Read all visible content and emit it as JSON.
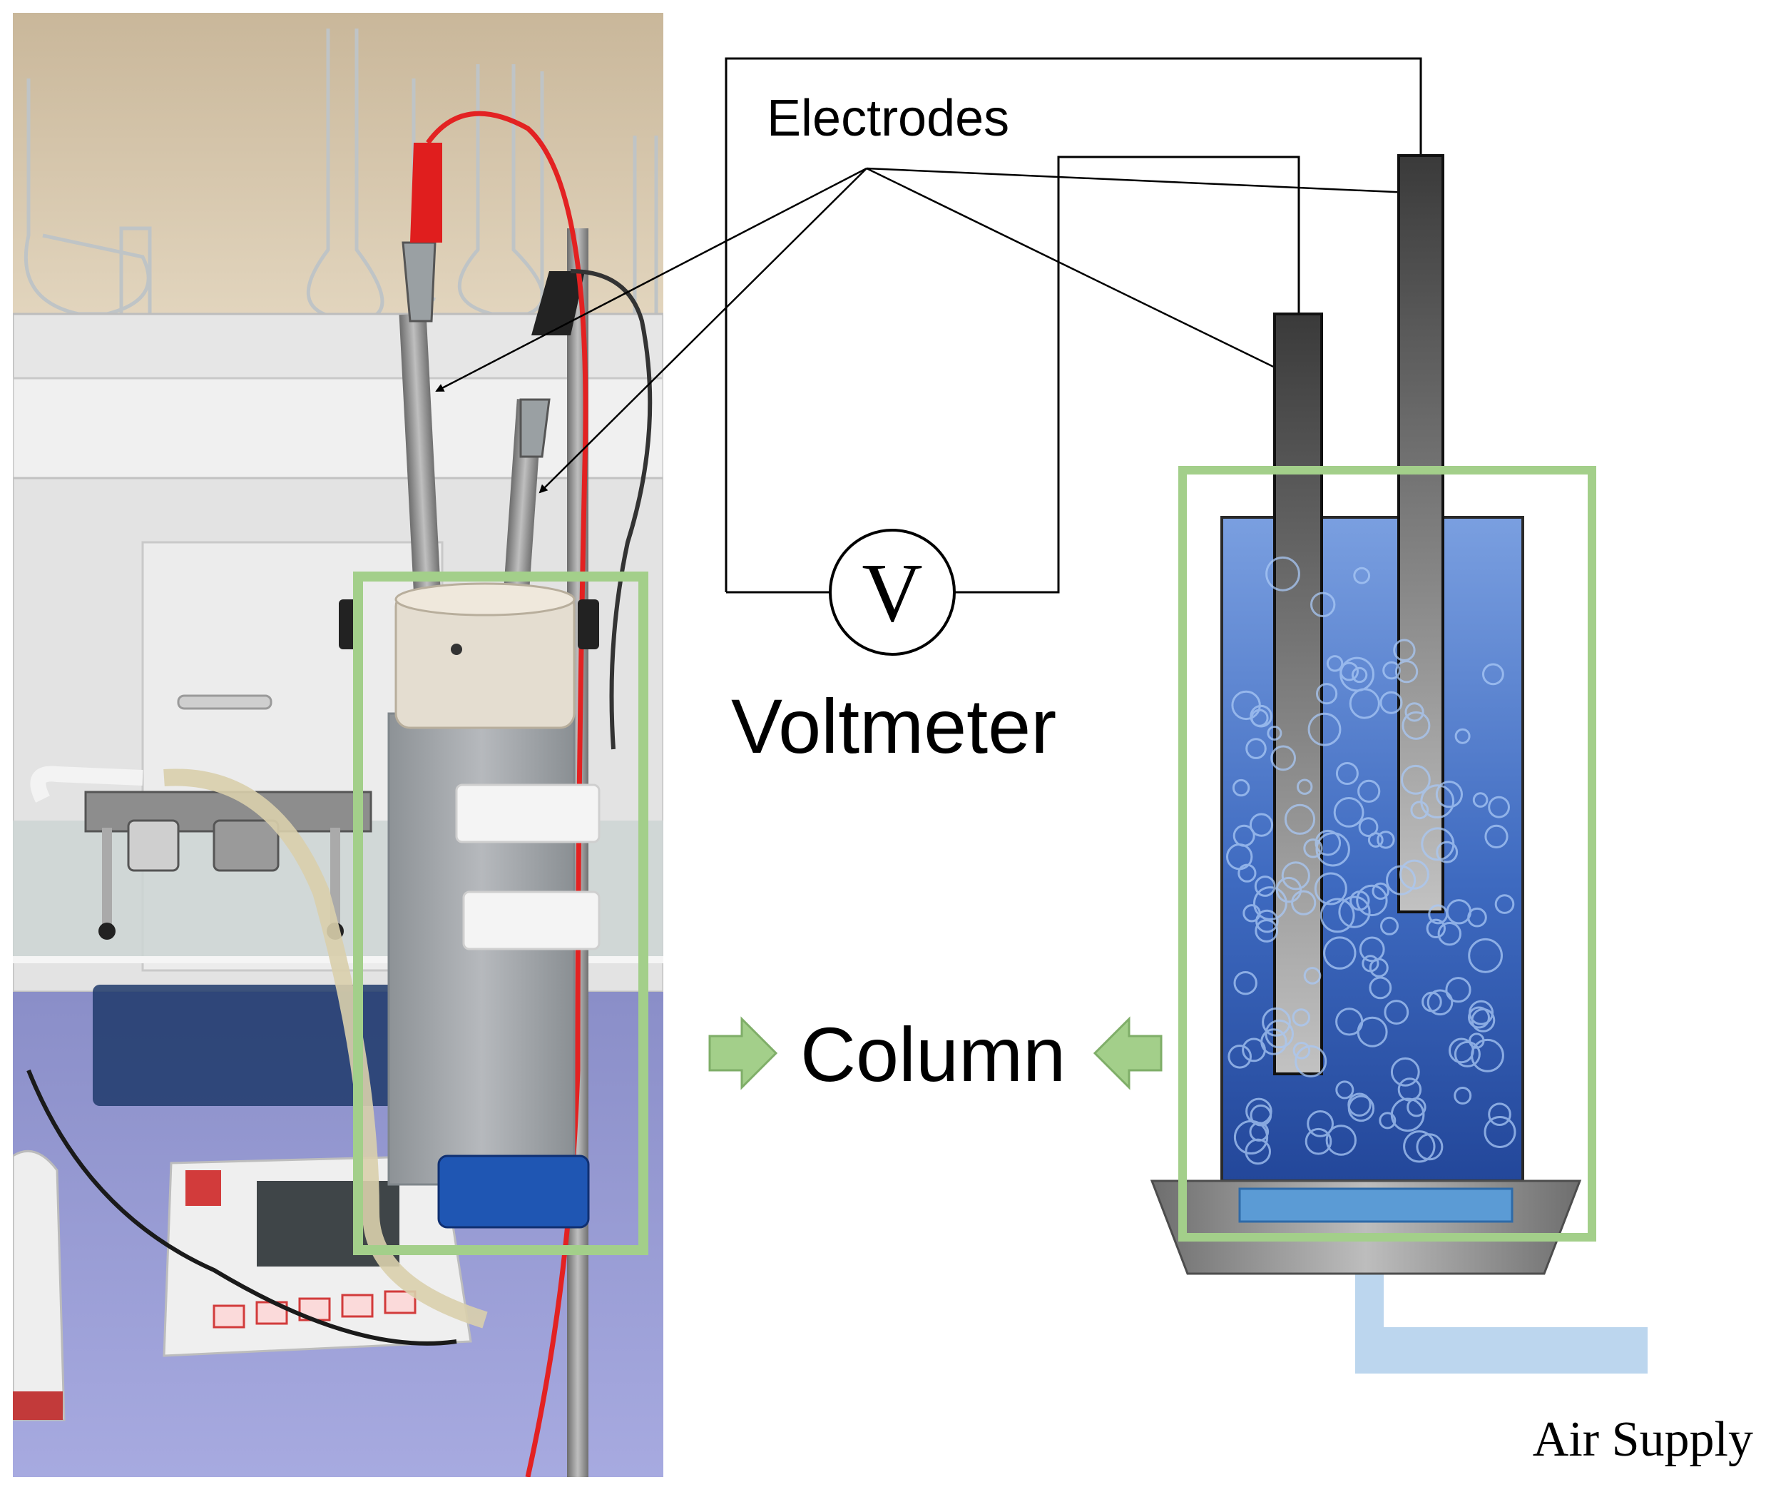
{
  "labels": {
    "electrodes": "Electrodes",
    "voltmeter": "Voltmeter",
    "voltmeter_symbol": "V",
    "column": "Column",
    "air_supply": "Air Supply"
  },
  "colors": {
    "highlight_box": "#a3cf8a",
    "arrow_fill": "#a3cf8a",
    "water_top": "#2d56a3",
    "water_bottom": "#7a9fe0",
    "electrode_dark": "#4a4a4a",
    "electrode_light": "#b3b3b3",
    "air_pipe": "#bcd6ee",
    "diffuser": "#5b9bd5",
    "base_gray": "#8c8c8c"
  },
  "photo": {
    "description_icon": "lab-photo"
  }
}
